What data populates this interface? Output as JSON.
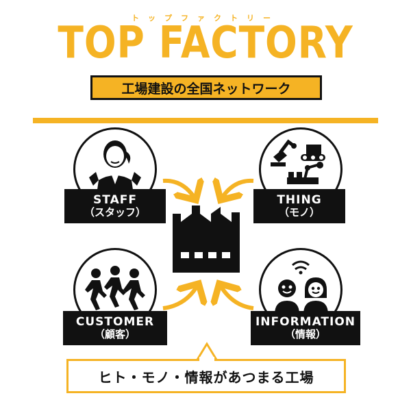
{
  "header": {
    "ruby": "トップファクトリー",
    "title": "TOP FACTORY",
    "subtitle": "工場建設の全国ネットワーク"
  },
  "nodes": {
    "staff": {
      "en": "STAFF",
      "jp": "（スタッフ）",
      "icon": "staff-person-icon"
    },
    "thing": {
      "en": "THING",
      "jp": "（モノ）",
      "icon": "machinery-icon"
    },
    "customer": {
      "en": "CUSTOMER",
      "jp": "（顧客）",
      "icon": "running-people-icon"
    },
    "information": {
      "en": "INFORMATION",
      "jp": "（情報）",
      "icon": "chat-people-icon"
    }
  },
  "center": {
    "icon": "factory-icon"
  },
  "footer": {
    "text": "ヒト・モノ・情報があつまる工場"
  },
  "colors": {
    "accent": "#f5b324",
    "ink": "#111111",
    "background": "#ffffff"
  }
}
